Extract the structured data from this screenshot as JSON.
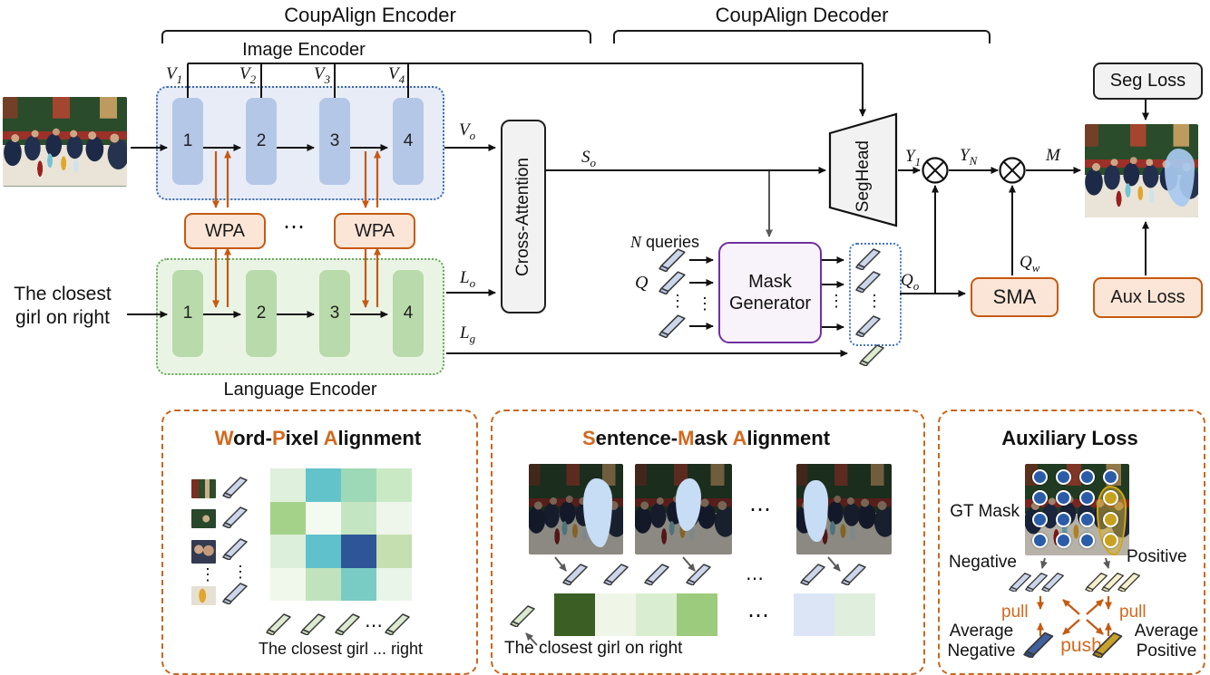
{
  "colors": {
    "accent_orange": "#c55a11",
    "panel_border": "#cb661b",
    "purple": "#7030a0",
    "image_block": "#b4c7e7",
    "language_block": "#b9daaa",
    "module_fill": "#fbe5d6",
    "gray_fill": "#f2f2f2",
    "heat_dark_blue": "#2e5597",
    "circle_blue": "#2b5ca8",
    "circle_yellow": "#c8a21f",
    "tokens": {
      "blue": {
        "bar": "#ccd6eb",
        "cap": "#b6c3e0"
      },
      "green": {
        "bar": "#dcead0",
        "cap": "#c8dcb8"
      },
      "cream": {
        "bar": "#f8f0cd",
        "cap": "#efe3ae"
      },
      "navy": {
        "bar": "#41609f",
        "cap": "#2d4a85"
      },
      "gold": {
        "bar": "#c9a22b",
        "cap": "#b3881c"
      }
    }
  },
  "header": {
    "encoder_title": "CoupAlign Encoder",
    "decoder_title": "CoupAlign Decoder"
  },
  "encoder": {
    "image_label": "Image Encoder",
    "language_label": "Language Encoder",
    "image_blocks": [
      "1",
      "2",
      "3",
      "4"
    ],
    "language_blocks": [
      "1",
      "2",
      "3",
      "4"
    ],
    "v_base": "V",
    "v_subs": [
      "1",
      "2",
      "3",
      "4"
    ],
    "wpa_label": "WPA"
  },
  "labels": {
    "vo": {
      "base": "V",
      "sub": "o"
    },
    "so": {
      "base": "S",
      "sub": "o"
    },
    "lo": {
      "base": "L",
      "sub": "o"
    },
    "lg": {
      "base": "L",
      "sub": "g"
    },
    "y1": {
      "base": "Y",
      "sub": "1"
    },
    "yn": {
      "base": "Y",
      "sub": "N"
    },
    "m": "M",
    "q": "Q",
    "qo": {
      "base": "Q",
      "sub": "o"
    },
    "qw": {
      "base": "Q",
      "sub": "w"
    },
    "n_base": "N",
    "n_rest": " queries"
  },
  "modules": {
    "cross_attention": "Cross-Attention",
    "mask_generator_line1": "Mask",
    "mask_generator_line2": "Generator",
    "seghead": "SegHead",
    "sma": "SMA",
    "seg_loss": "Seg Loss",
    "aux_loss": "Aux Loss"
  },
  "input": {
    "line1": "The closest",
    "line2": "girl on right"
  },
  "dots": {
    "h": "⋯",
    "v": "⋮"
  },
  "panels": {
    "wpa": {
      "title_segments": [
        {
          "t": "W",
          "a": true
        },
        {
          "t": "ord-",
          "a": false
        },
        {
          "t": "P",
          "a": true
        },
        {
          "t": "ixel ",
          "a": false
        },
        {
          "t": "A",
          "a": true
        },
        {
          "t": "lignment",
          "a": false
        }
      ],
      "heatmap": [
        [
          "#dff0dc",
          "#63c3cb",
          "#9ed9b7",
          "#c9e9c5"
        ],
        [
          "#a5d289",
          "#f3faf0",
          "#c4e5c1",
          "#eef5eb"
        ],
        [
          "#dcefdb",
          "#5fc1cb",
          "#2e5597",
          "#c5dfb1"
        ],
        [
          "#f0f8ec",
          "#c0e3bd",
          "#79ccc3",
          "#e9f5e9"
        ]
      ],
      "words": "The closest girl ... right"
    },
    "sma": {
      "title_segments": [
        {
          "t": "S",
          "a": true
        },
        {
          "t": "entence-",
          "a": false
        },
        {
          "t": "M",
          "a": true
        },
        {
          "t": "ask ",
          "a": false
        },
        {
          "t": "A",
          "a": true
        },
        {
          "t": "lignment",
          "a": false
        }
      ],
      "cells_left": [
        "#3a5e23",
        "#eff6e7",
        "#d9edd0",
        "#9ccb7d"
      ],
      "cells_right": [
        "#dbe5f5",
        "#e0eedd"
      ],
      "sentence": "The closest girl on right"
    },
    "aux": {
      "title": "Auxiliary Loss",
      "gt_mask": "GT Mask",
      "negative": "Negative",
      "positive": "Positive",
      "pull_left": "pull",
      "pull_right": "pull",
      "push": "push",
      "avg_neg_line1": "Average",
      "avg_neg_line2": "Negative",
      "avg_pos_line1": "Average",
      "avg_pos_line2": "Positive",
      "mask_rows": [
        "nnnn",
        "nnnp",
        "nnnp",
        "nnnp"
      ]
    }
  }
}
